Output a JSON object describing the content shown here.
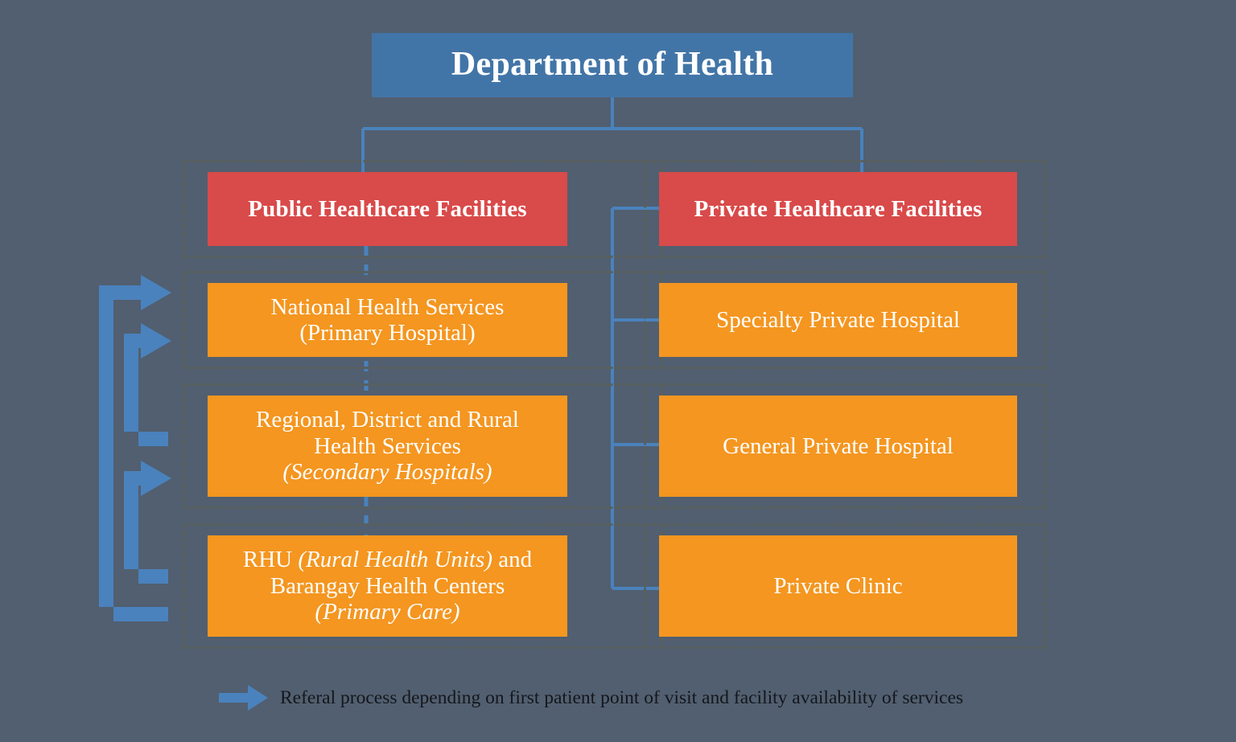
{
  "diagram": {
    "title": "Department of Health",
    "background_color": "#515f70",
    "colors": {
      "title_box": "#4275a7",
      "category_box": "#d94a4a",
      "leaf_box": "#f49620",
      "connector": "#4a82bd",
      "arrow": "#4a82bd",
      "group_border": "#59605c",
      "box_text": "#ffffff",
      "legend_text": "#14161c"
    },
    "columns": [
      {
        "id": "public",
        "header": "Public Healthcare Facilities",
        "nodes": [
          {
            "id": "national-health-services",
            "lines": [
              {
                "text": "National Health Services",
                "style": "regular"
              },
              {
                "text": "(Primary Hospital)",
                "style": "regular"
              }
            ]
          },
          {
            "id": "regional-district-rural",
            "lines": [
              {
                "text": "Regional, District and Rural",
                "style": "regular"
              },
              {
                "text": "Health Services",
                "style": "regular"
              },
              {
                "text": "(Secondary Hospitals)",
                "style": "italic"
              }
            ]
          },
          {
            "id": "rhu-barangay",
            "lines": [
              {
                "parts": [
                  {
                    "text": "RHU ",
                    "style": "regular"
                  },
                  {
                    "text": "(Rural Health Units)",
                    "style": "italic"
                  },
                  {
                    "text": " and",
                    "style": "regular"
                  }
                ]
              },
              {
                "text": "Barangay Health Centers",
                "style": "regular"
              },
              {
                "text": "(Primary Care)",
                "style": "italic"
              }
            ]
          }
        ]
      },
      {
        "id": "private",
        "header": "Private Healthcare Facilities",
        "nodes": [
          {
            "id": "specialty-private-hospital",
            "lines": [
              {
                "text": "Specialty Private Hospital",
                "style": "regular"
              }
            ]
          },
          {
            "id": "general-private-hospital",
            "lines": [
              {
                "text": "General Private Hospital",
                "style": "regular"
              }
            ]
          },
          {
            "id": "private-clinic",
            "lines": [
              {
                "text": "Private Clinic",
                "style": "regular"
              }
            ]
          }
        ]
      }
    ],
    "legend": {
      "icon": "right-arrow-icon",
      "text": "Referal process depending on first patient point of visit and facility availability of services"
    },
    "referral_arrows": [
      {
        "from": "rhu-barangay",
        "to": "national-health-services"
      },
      {
        "from": "regional-district-rural",
        "to": "national-health-services"
      },
      {
        "from": "rhu-barangay",
        "to": "regional-district-rural"
      }
    ]
  }
}
